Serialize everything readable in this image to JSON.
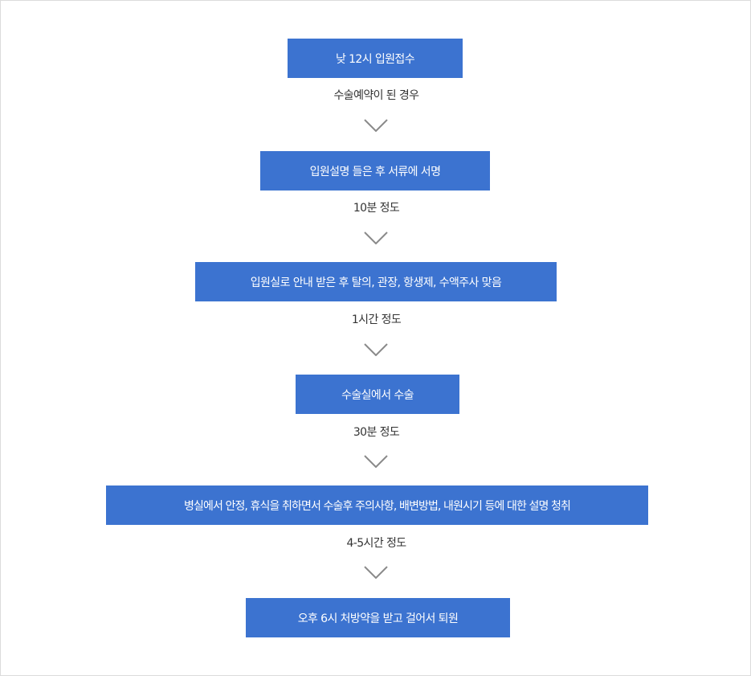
{
  "steps": [
    {
      "label": "낮 12시 입원접수",
      "note": "수술예약이 된 경우"
    },
    {
      "label": "입원설명 들은 후 서류에 서명",
      "note": "10분 정도"
    },
    {
      "label": "입원실로 안내 받은 후 탈의, 관장, 항생제, 수액주사 맞음",
      "note": "1시간 정도"
    },
    {
      "label": "수술실에서 수술",
      "note": "30분 정도"
    },
    {
      "label": "병실에서 안정, 휴식을 취하면서 수술후 주의사항, 배변방법, 내원시기 등에 대한 설명 청취",
      "note": "4-5시간 정도"
    },
    {
      "label": "오후 6시 처방약을 받고 걸어서 퇴원"
    }
  ],
  "colors": {
    "box": "#3c73d0",
    "box_text": "#ffffff",
    "note_text": "#333333",
    "arrow": "#8a8a8a",
    "frame_border": "#dcdcdc"
  },
  "icons": {
    "connector": "chevron-down-icon"
  }
}
